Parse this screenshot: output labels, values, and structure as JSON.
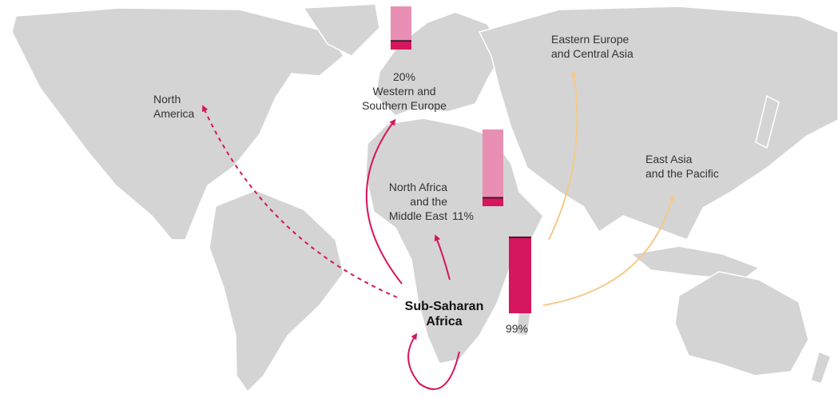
{
  "regions": {
    "north_america": [
      "North",
      "America"
    ],
    "western_europe": [
      "Western and",
      "Southern Europe"
    ],
    "eastern_europe": [
      "Eastern Europe",
      "and Central Asia"
    ],
    "east_asia": [
      "East Asia",
      "and the Pacific"
    ],
    "mena": [
      "North Africa",
      "and the",
      "Middle East"
    ],
    "ssa": [
      "Sub-Saharan",
      "Africa"
    ]
  },
  "percentages": {
    "western_europe": "20%",
    "mena": "11%",
    "ssa": "99%"
  },
  "bars": [
    {
      "region": "Western and Southern Europe",
      "value": 20
    },
    {
      "region": "North Africa and the Middle East",
      "value": 11
    },
    {
      "region": "Sub-Saharan Africa",
      "value": 99
    }
  ],
  "colors": {
    "land": "#d4d4d4",
    "magenta": "#d6165f",
    "pink_light": "#e98fb3",
    "orange": "#f5c98a",
    "dark_line": "#4a1a2a"
  }
}
